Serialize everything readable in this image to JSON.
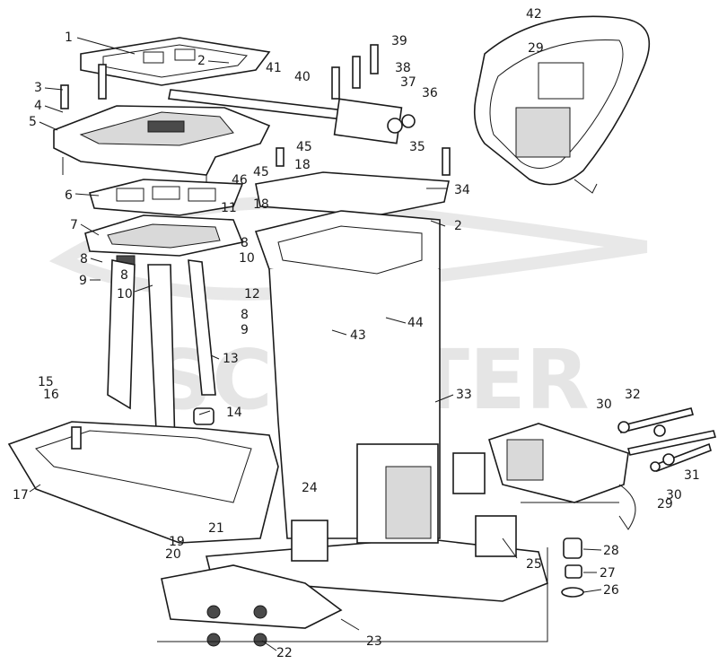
{
  "diagram": {
    "watermark": "SCOOTER",
    "callouts": [
      {
        "id": "c1",
        "text": "1"
      },
      {
        "id": "c2a",
        "text": "2"
      },
      {
        "id": "c3",
        "text": "3"
      },
      {
        "id": "c4",
        "text": "4"
      },
      {
        "id": "c5",
        "text": "5"
      },
      {
        "id": "c6",
        "text": "6"
      },
      {
        "id": "c7",
        "text": "7"
      },
      {
        "id": "c8a",
        "text": "8"
      },
      {
        "id": "c8b",
        "text": "8"
      },
      {
        "id": "c8c",
        "text": "8"
      },
      {
        "id": "c8d",
        "text": "8"
      },
      {
        "id": "c9a",
        "text": "9"
      },
      {
        "id": "c9b",
        "text": "9"
      },
      {
        "id": "c10a",
        "text": "10"
      },
      {
        "id": "c10b",
        "text": "10"
      },
      {
        "id": "c11",
        "text": "11"
      },
      {
        "id": "c12",
        "text": "12"
      },
      {
        "id": "c13",
        "text": "13"
      },
      {
        "id": "c14",
        "text": "14"
      },
      {
        "id": "c15",
        "text": "15"
      },
      {
        "id": "c16",
        "text": "16"
      },
      {
        "id": "c17",
        "text": "17"
      },
      {
        "id": "c18a",
        "text": "18"
      },
      {
        "id": "c18b",
        "text": "18"
      },
      {
        "id": "c19",
        "text": "19"
      },
      {
        "id": "c20",
        "text": "20"
      },
      {
        "id": "c21",
        "text": "21"
      },
      {
        "id": "c22",
        "text": "22"
      },
      {
        "id": "c23",
        "text": "23"
      },
      {
        "id": "c24",
        "text": "24"
      },
      {
        "id": "c25",
        "text": "25"
      },
      {
        "id": "c26",
        "text": "26"
      },
      {
        "id": "c27",
        "text": "27"
      },
      {
        "id": "c28",
        "text": "28"
      },
      {
        "id": "c29a",
        "text": "29"
      },
      {
        "id": "c29b",
        "text": "29"
      },
      {
        "id": "c30a",
        "text": "30"
      },
      {
        "id": "c30b",
        "text": "30"
      },
      {
        "id": "c31",
        "text": "31"
      },
      {
        "id": "c32",
        "text": "32"
      },
      {
        "id": "c33",
        "text": "33"
      },
      {
        "id": "c34",
        "text": "34"
      },
      {
        "id": "c35",
        "text": "35"
      },
      {
        "id": "c36",
        "text": "36"
      },
      {
        "id": "c37",
        "text": "37"
      },
      {
        "id": "c38",
        "text": "38"
      },
      {
        "id": "c39",
        "text": "39"
      },
      {
        "id": "c40",
        "text": "40"
      },
      {
        "id": "c41",
        "text": "41"
      },
      {
        "id": "c42",
        "text": "42"
      },
      {
        "id": "c43",
        "text": "43"
      },
      {
        "id": "c44",
        "text": "44"
      },
      {
        "id": "c45a",
        "text": "45"
      },
      {
        "id": "c45b",
        "text": "45"
      },
      {
        "id": "c46",
        "text": "46"
      },
      {
        "id": "c2b",
        "text": "2"
      }
    ]
  }
}
